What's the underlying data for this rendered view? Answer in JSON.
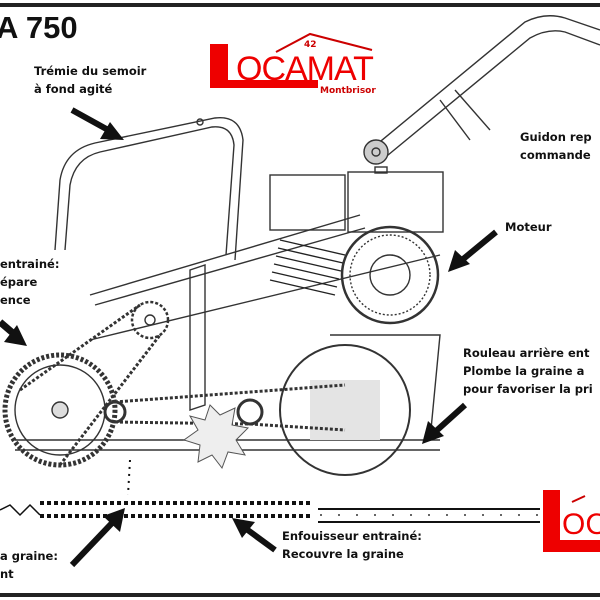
{
  "title": "A 750",
  "logo": {
    "word": "OCAMAT",
    "letter": "L",
    "number": "42",
    "city": "Montbrisor",
    "color": "#e00000"
  },
  "logo_secondary": {
    "word": "OC",
    "color": "#e00000"
  },
  "labels": {
    "tremie": [
      "Trémie du semoir",
      "à fond agité"
    ],
    "guidon": [
      "Guidon rep",
      "commande"
    ],
    "moteur": [
      "Moteur"
    ],
    "front": [
      "entrainé:",
      "épare",
      "ence"
    ],
    "rouleau": [
      "Rouleau arrière ent",
      "Plombe la graine a",
      "pour favoriser la pri"
    ],
    "enfouisseur": [
      "Enfouisseur entrainé:",
      "Recouvre la graine"
    ],
    "graine": [
      "a graine:",
      "nt"
    ]
  }
}
